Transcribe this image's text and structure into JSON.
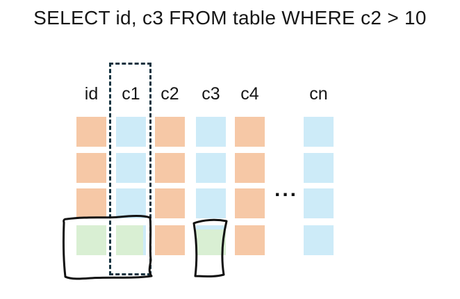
{
  "title": "SELECT id, c3 FROM table WHERE c2 > 10",
  "table": {
    "columns": [
      {
        "label": "id"
      },
      {
        "label": "c1"
      },
      {
        "label": "c2"
      },
      {
        "label": "c3"
      },
      {
        "label": "c4"
      },
      {
        "label": "cn"
      }
    ],
    "ellipsis": "...",
    "grid": [
      [
        "orange",
        "blue",
        "orange",
        "blue",
        "orange",
        "blue"
      ],
      [
        "orange",
        "blue",
        "orange",
        "blue",
        "orange",
        "blue"
      ],
      [
        "orange",
        "blue",
        "orange",
        "blue",
        "orange",
        "blue"
      ],
      [
        "green",
        "green_blue_right",
        "orange",
        "green_blue_top",
        "orange",
        "blue"
      ]
    ]
  },
  "annotations": {
    "dashed_outline_column": "c1",
    "hand_circled_cells_bottom_row": [
      "id",
      "c1",
      "c3"
    ]
  },
  "colors": {
    "orange": "#f6c8a6",
    "blue": "#cdebf8",
    "green": "#d9efd3",
    "dashed": "#14323f",
    "ink": "#111111"
  }
}
